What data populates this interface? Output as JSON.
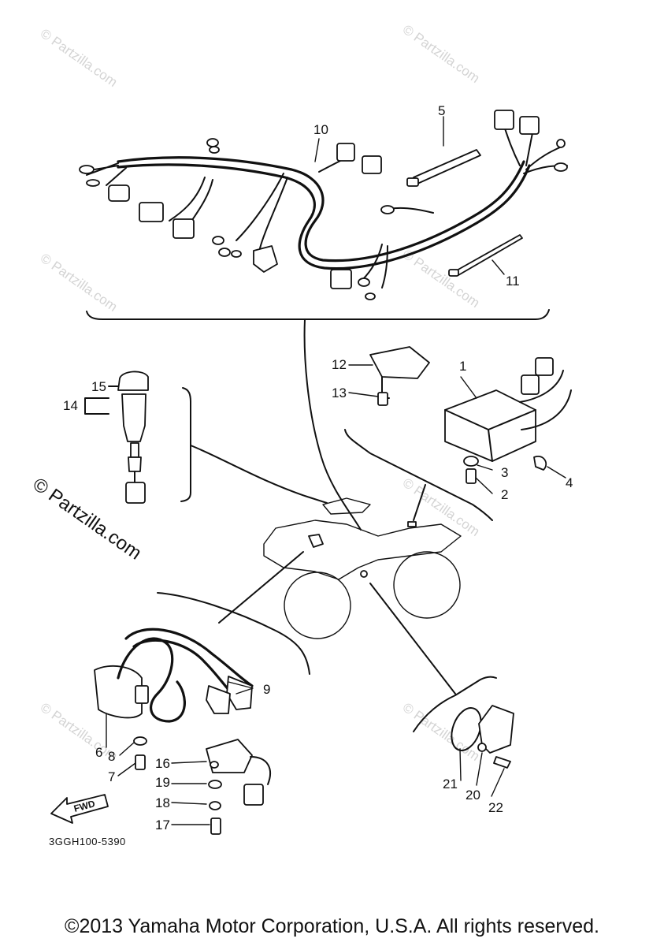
{
  "watermark": {
    "small": "© Partzilla.com",
    "large": "© Partzilla.com"
  },
  "callouts": [
    "1",
    "2",
    "3",
    "4",
    "5",
    "6",
    "7",
    "8",
    "9",
    "10",
    "11",
    "12",
    "13",
    "14",
    "15",
    "16",
    "17",
    "18",
    "19",
    "20",
    "21",
    "22"
  ],
  "fwd_label": "FWD",
  "diagram_code": "3GGH100-5390",
  "copyright": "©2013 Yamaha Motor Corporation, U.S.A. All rights reserved."
}
